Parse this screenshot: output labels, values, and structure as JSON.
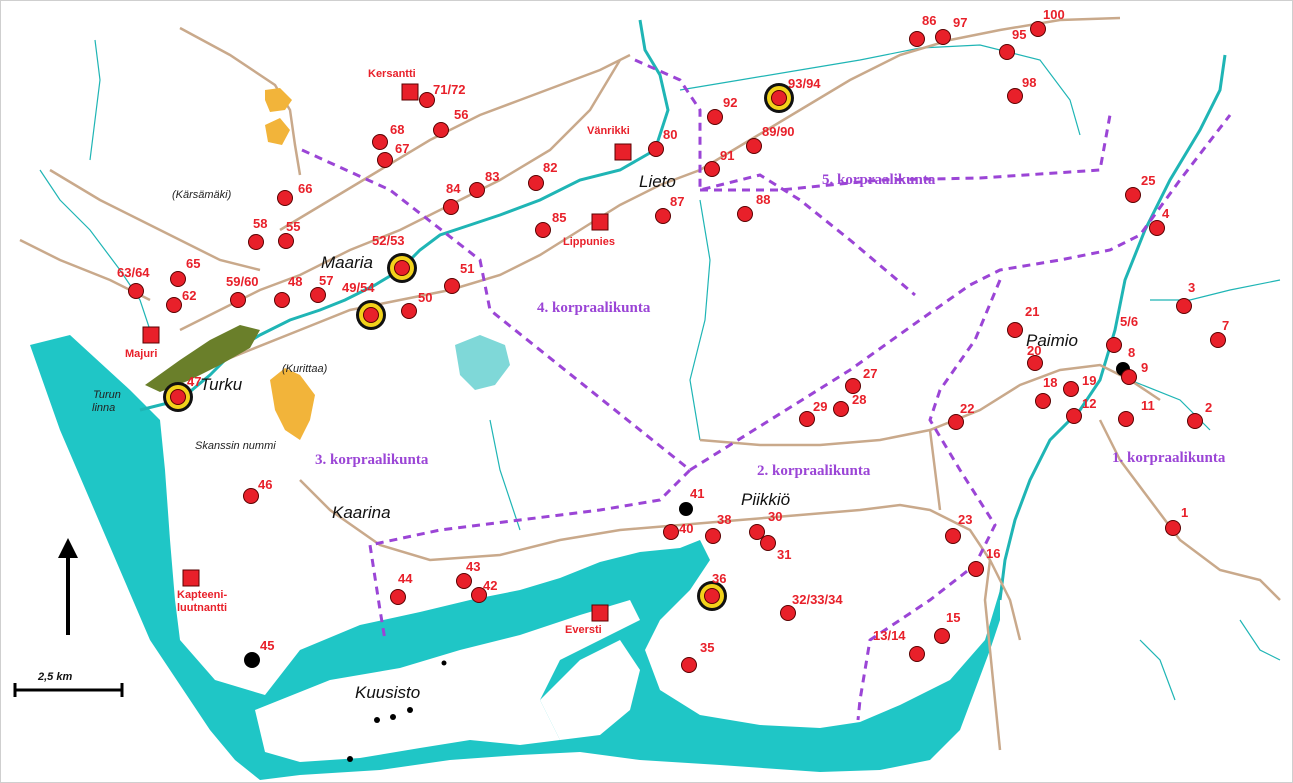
{
  "colors": {
    "water": "#1fc6c6",
    "river": "#1fb5b5",
    "road": "#c9a98b",
    "boundary": "#9b45d6",
    "site": "#e8202a",
    "ring": "#f2d21b",
    "urban": "#f2b43a",
    "airport": "#6a7f2a"
  },
  "towns": [
    {
      "id": "turku",
      "label": "Turku"
    },
    {
      "id": "maaria",
      "label": "Maaria"
    },
    {
      "id": "lieto",
      "label": "Lieto"
    },
    {
      "id": "kaarina",
      "label": "Kaarina"
    },
    {
      "id": "piikkio",
      "label": "Piikkiö"
    },
    {
      "id": "paimio",
      "label": "Paimio"
    },
    {
      "id": "kuusisto",
      "label": "Kuusisto"
    }
  ],
  "small_places": [
    {
      "id": "karsamaki",
      "label": "(Kärsämäki)"
    },
    {
      "id": "kurittaa",
      "label": "(Kurittaa)"
    },
    {
      "id": "skanssin",
      "label": "Skanssin nummi"
    },
    {
      "id": "turun-linna-1",
      "label": "Turun"
    },
    {
      "id": "turun-linna-2",
      "label": "linna"
    }
  ],
  "districts": [
    {
      "id": "d1",
      "label": "1. korpraalikunta"
    },
    {
      "id": "d2",
      "label": "2. korpraalikunta"
    },
    {
      "id": "d3",
      "label": "3. korpraalikunta"
    },
    {
      "id": "d4",
      "label": "4. korpraalikunta"
    },
    {
      "id": "d5",
      "label": "5. korpraalikunta"
    }
  ],
  "ranks": [
    {
      "id": "kersantti",
      "label": "Kersantti"
    },
    {
      "id": "vanrikki",
      "label": "Vänrikki"
    },
    {
      "id": "lippunies",
      "label": "Lippunies"
    },
    {
      "id": "majuri",
      "label": "Majuri"
    },
    {
      "id": "kapteeni-1",
      "label": "Kapteeni-"
    },
    {
      "id": "kapteeni-2",
      "label": "luutnantti"
    },
    {
      "id": "eversti",
      "label": "Eversti"
    }
  ],
  "sites": [
    {
      "label": "1"
    },
    {
      "label": "2"
    },
    {
      "label": "3"
    },
    {
      "label": "4"
    },
    {
      "label": "5/6"
    },
    {
      "label": "7"
    },
    {
      "label": "8"
    },
    {
      "label": "9"
    },
    {
      "label": "11"
    },
    {
      "label": "12"
    },
    {
      "label": "13/14"
    },
    {
      "label": "15"
    },
    {
      "label": "16"
    },
    {
      "label": "18"
    },
    {
      "label": "19"
    },
    {
      "label": "20"
    },
    {
      "label": "21"
    },
    {
      "label": "22"
    },
    {
      "label": "23"
    },
    {
      "label": "25"
    },
    {
      "label": "27"
    },
    {
      "label": "28"
    },
    {
      "label": "29"
    },
    {
      "label": "30"
    },
    {
      "label": "31"
    },
    {
      "label": "32/33/34"
    },
    {
      "label": "35"
    },
    {
      "label": "36"
    },
    {
      "label": "38"
    },
    {
      "label": "40"
    },
    {
      "label": "41"
    },
    {
      "label": "42"
    },
    {
      "label": "43"
    },
    {
      "label": "44"
    },
    {
      "label": "45"
    },
    {
      "label": "46"
    },
    {
      "label": "47"
    },
    {
      "label": "48"
    },
    {
      "label": "49/54"
    },
    {
      "label": "50"
    },
    {
      "label": "51"
    },
    {
      "label": "52/53"
    },
    {
      "label": "55"
    },
    {
      "label": "56"
    },
    {
      "label": "57"
    },
    {
      "label": "58"
    },
    {
      "label": "59/60"
    },
    {
      "label": "62"
    },
    {
      "label": "63/64"
    },
    {
      "label": "65"
    },
    {
      "label": "66"
    },
    {
      "label": "67"
    },
    {
      "label": "68"
    },
    {
      "label": "71/72"
    },
    {
      "label": "80"
    },
    {
      "label": "82"
    },
    {
      "label": "83"
    },
    {
      "label": "84"
    },
    {
      "label": "85"
    },
    {
      "label": "86"
    },
    {
      "label": "87"
    },
    {
      "label": "88"
    },
    {
      "label": "89/90"
    },
    {
      "label": "91"
    },
    {
      "label": "92"
    },
    {
      "label": "93/94"
    },
    {
      "label": "95"
    },
    {
      "label": "97"
    },
    {
      "label": "98"
    },
    {
      "label": "100"
    }
  ],
  "scale": {
    "label": "2,5 km"
  }
}
